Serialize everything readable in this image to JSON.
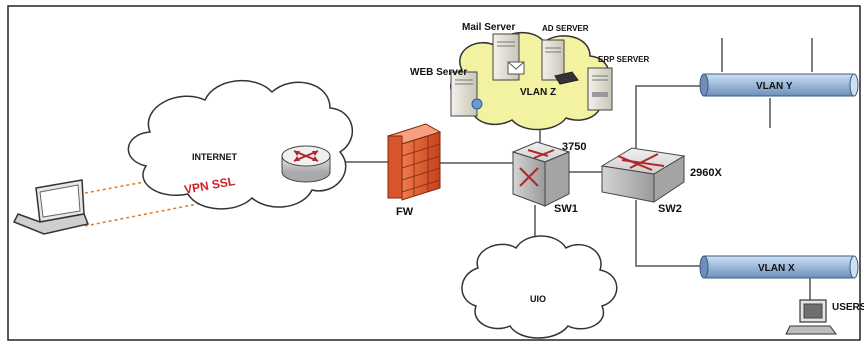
{
  "labels": {
    "mail_server": "Mail Server",
    "ad_server": "AD SERVER",
    "erp_server": "ERP SERVER",
    "web_server": "WEB Server",
    "vlan_z": "VLAN Z",
    "internet": "INTERNET",
    "vpn": "VPN SSL",
    "fw": "FW",
    "sw1_model": "3750",
    "sw1": "SW1",
    "sw2_model": "2960X",
    "sw2": "SW2",
    "vlan_y": "VLAN Y",
    "vlan_x": "VLAN X",
    "uio": "UIO",
    "users": "USERS"
  },
  "colors": {
    "cloud_fill": "#f2f2a0",
    "vlan_bar": "#9cb8d8",
    "firewall": "#e8623c",
    "router": "#c0c0c0",
    "switch": "#b9b9b9",
    "switch_arrows": "#b3262b",
    "vpn_text": "#d01f27",
    "vpn_line": "#e07a28",
    "line": "#555555"
  }
}
